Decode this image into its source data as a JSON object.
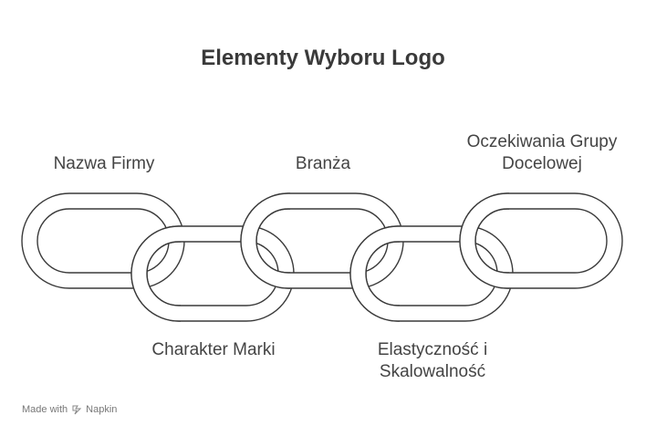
{
  "title": "Elementy Wyboru Logo",
  "links": [
    {
      "position": "top",
      "lines": [
        "Nazwa Firmy"
      ]
    },
    {
      "position": "bottom",
      "lines": [
        "Charakter Marki"
      ]
    },
    {
      "position": "top",
      "lines": [
        "Branża"
      ]
    },
    {
      "position": "bottom",
      "lines": [
        "Elastyczność i",
        "Skalowalność"
      ]
    },
    {
      "position": "top",
      "lines": [
        "Oczekiwania Grupy",
        "Docelowej"
      ]
    }
  ],
  "footer": {
    "made_with": "Made with",
    "brand": "Napkin",
    "icon": "napkin-logo-icon"
  },
  "colors": {
    "stroke": "#3a3a3a",
    "fill": "#ffffff",
    "text": "#444444"
  }
}
